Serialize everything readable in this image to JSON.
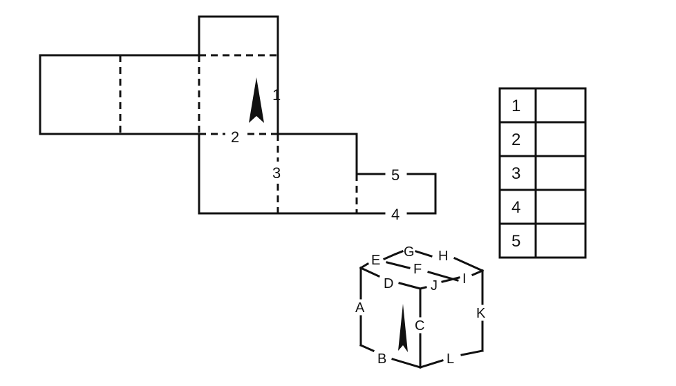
{
  "net": {
    "edge_labels": [
      "1",
      "2",
      "3",
      "4",
      "5"
    ]
  },
  "answer_table": {
    "rows": [
      {
        "label": "1",
        "answer": ""
      },
      {
        "label": "2",
        "answer": ""
      },
      {
        "label": "3",
        "answer": ""
      },
      {
        "label": "4",
        "answer": ""
      },
      {
        "label": "5",
        "answer": ""
      }
    ]
  },
  "cube": {
    "edge_labels": [
      "A",
      "B",
      "C",
      "D",
      "E",
      "F",
      "G",
      "H",
      "I",
      "J",
      "K",
      "L"
    ]
  },
  "colors": {
    "line": "#111111",
    "background": "#ffffff"
  }
}
